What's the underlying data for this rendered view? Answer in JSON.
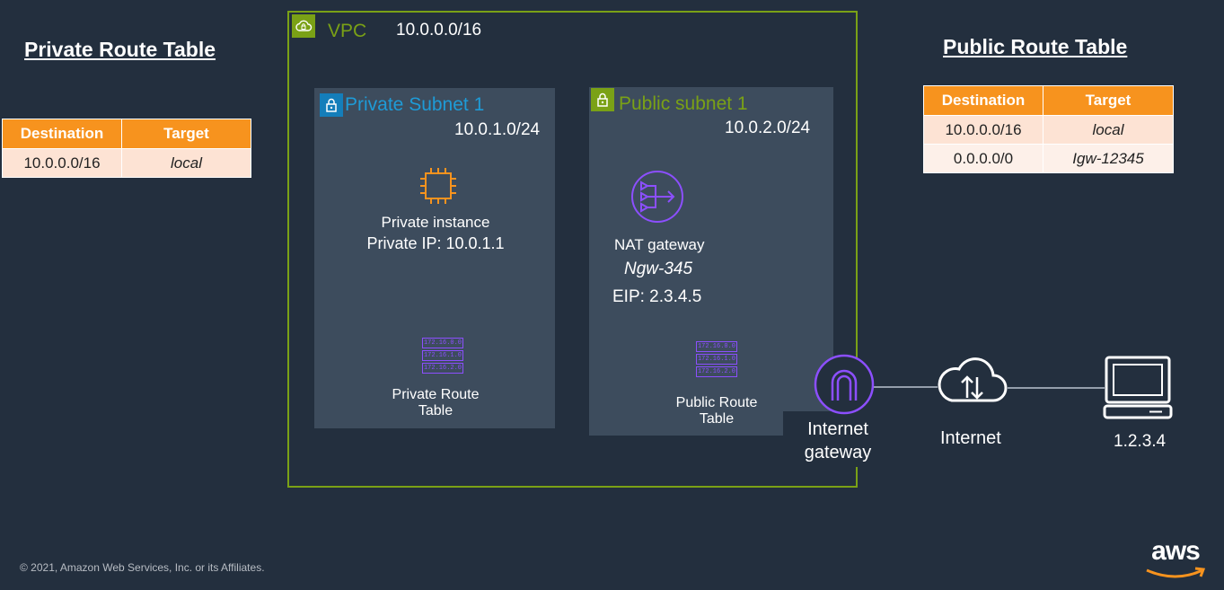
{
  "private_route_table": {
    "title": "Private Route Table",
    "headers": [
      "Destination",
      "Target"
    ],
    "rows": [
      {
        "destination": "10.0.0.0/16",
        "target": "local"
      }
    ]
  },
  "public_route_table": {
    "title": "Public Route Table",
    "headers": [
      "Destination",
      "Target"
    ],
    "rows": [
      {
        "destination": "10.0.0.0/16",
        "target": "local"
      },
      {
        "destination": "0.0.0.0/0",
        "target": "Igw-12345"
      }
    ]
  },
  "vpc": {
    "label": "VPC",
    "cidr": "10.0.0.0/16"
  },
  "private_subnet": {
    "title": "Private Subnet 1",
    "cidr": "10.0.1.0/24",
    "instance_name": "Private instance",
    "instance_ip": "Private IP: 10.0.1.1",
    "route_table_line1": "Private Route",
    "route_table_line2": "Table"
  },
  "public_subnet": {
    "title": "Public subnet 1",
    "cidr": "10.0.2.0/24",
    "nat_label": "NAT gateway",
    "nat_id": "Ngw-345",
    "nat_eip": "EIP: 2.3.4.5",
    "route_table_line1": "Public Route",
    "route_table_line2": "Table"
  },
  "route_table_icon": {
    "ips": [
      "172.16.0.0",
      "172.16.1.0",
      "172.16.2.0"
    ]
  },
  "internet_gateway": {
    "line1": "Internet",
    "line2": "gateway"
  },
  "internet": {
    "label": "Internet"
  },
  "client": {
    "ip": "1.2.3.4"
  },
  "footer": {
    "copyright": "© 2021, Amazon Web Services, Inc. or its Affiliates.",
    "logo_text": "aws"
  },
  "colors": {
    "background": "#232f3e",
    "vpc_green": "#7aa116",
    "private_blue": "#147eba",
    "public_green": "#7aa116",
    "table_header_orange": "#f7931e",
    "ec2_orange": "#f7931e",
    "purple": "#8c4fff"
  }
}
